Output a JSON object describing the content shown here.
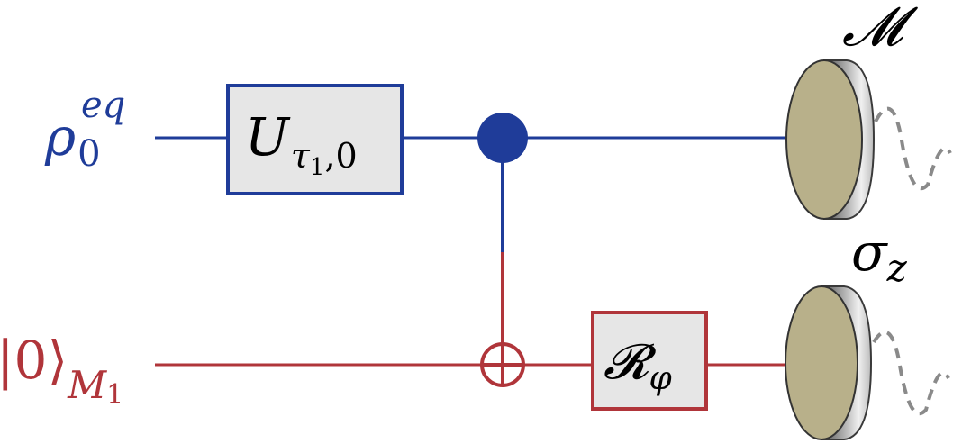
{
  "colors": {
    "top_wire": "#1f3c99",
    "bottom_wire": "#b0353a",
    "gate_fill": "#e6e6e6",
    "detector_face": "#b8b08a",
    "detector_rim_dark": "#5c5c5c",
    "detector_rim_light": "#e8e8e8",
    "signal": "#8a8a8a",
    "text": "#000000"
  },
  "inputs": {
    "top": {
      "symbol": "ρ",
      "sub": "0",
      "sup": "eq"
    },
    "bottom": {
      "ket_open": "|",
      "ket_value": "0",
      "ket_close": "⟩",
      "sub_letter": "M",
      "sub_index": "1"
    }
  },
  "gates": {
    "unitary": {
      "symbol": "U",
      "sub_tau": "τ",
      "sub_tau_index": "1",
      "sub_rest": ",0"
    },
    "rotation": {
      "symbol": "𝓡",
      "sub": "φ"
    },
    "cnot": {
      "control": "control-dot",
      "target": "target-oplus"
    }
  },
  "measurements": {
    "top": {
      "label": "𝓜"
    },
    "bottom": {
      "label_symbol": "σ",
      "label_sub": "z"
    }
  },
  "icons": {
    "detector": "detector-icon",
    "signal": "wave-signal-icon"
  }
}
